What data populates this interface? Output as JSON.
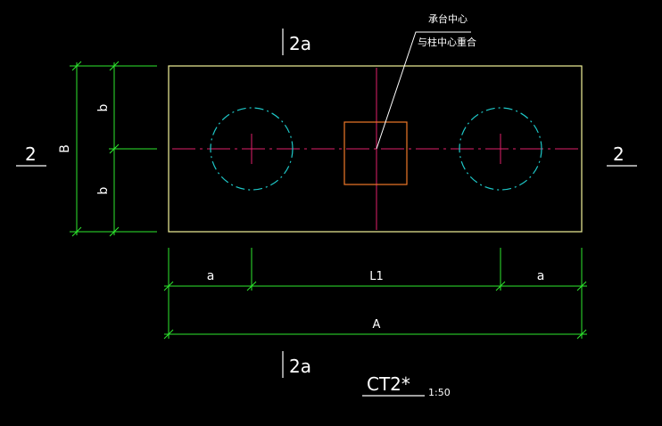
{
  "colors": {
    "background": "#000000",
    "outline": "#f2f29a",
    "dimension": "#2ee82e",
    "centerline": "#e0206a",
    "pile_circle": "#1ec8c8",
    "column_square": "#f07828",
    "text": "#ffffff",
    "leader": "#ffffff"
  },
  "section_marks": {
    "top": "2a",
    "bottom": "2a",
    "left": "2",
    "right": "2"
  },
  "annotation": {
    "line1": "承台中心",
    "line2": "与柱中心重合"
  },
  "dimensions": {
    "B": "B",
    "b_top": "b",
    "b_bottom": "b",
    "a_left": "a",
    "L1": "L1",
    "a_right": "a",
    "A": "A"
  },
  "title": {
    "name": "CT2*",
    "scale": "1:50"
  }
}
